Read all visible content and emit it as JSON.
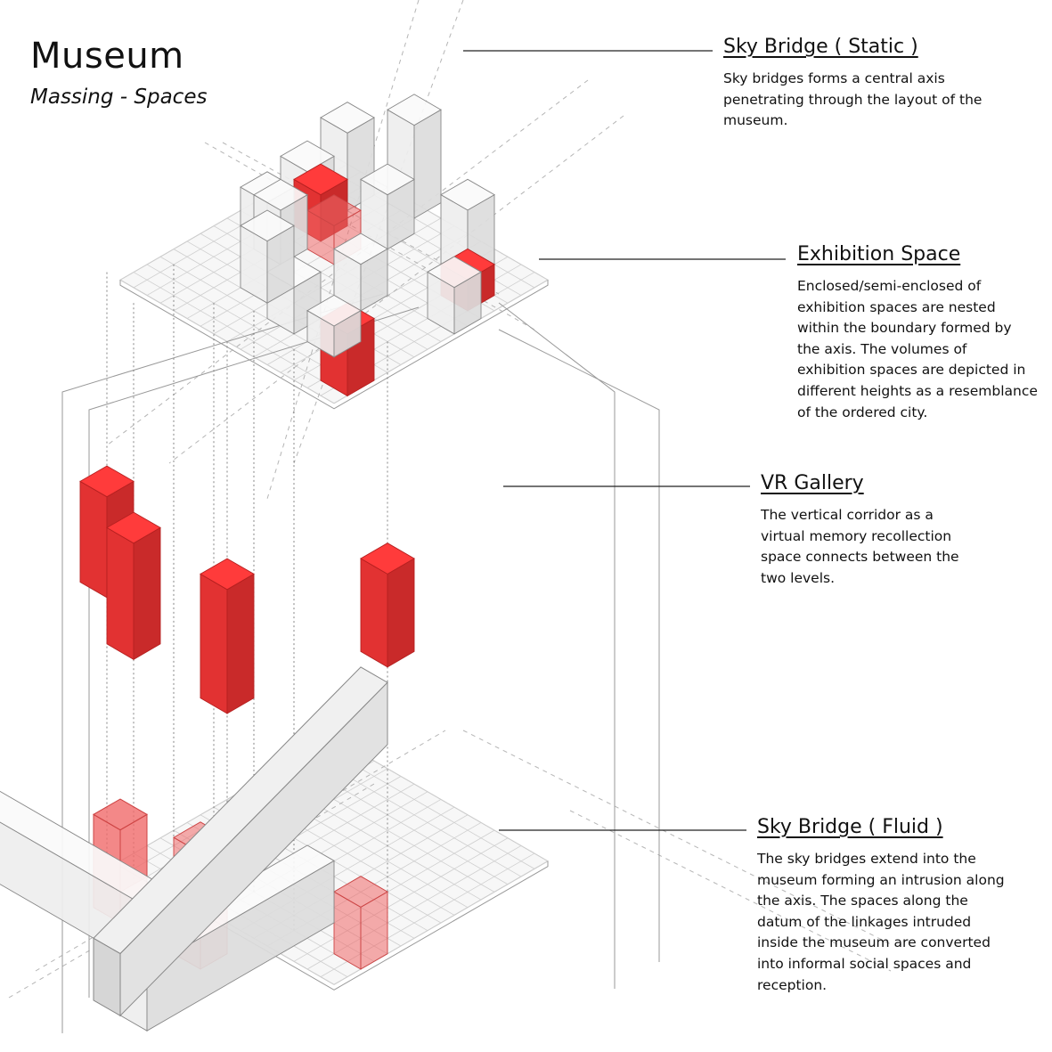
{
  "header": {
    "title": "Museum",
    "subtitle": "Massing - Spaces"
  },
  "callouts": [
    {
      "id": "sky-bridge-static",
      "heading": "Sky Bridge ( Static )",
      "body": "Sky bridges forms a central axis penetrating through the layout of the museum."
    },
    {
      "id": "exhibition-space",
      "heading": "Exhibition Space",
      "body": "Enclosed/semi-enclosed of exhibition spaces are nested within the boundary formed by the axis. The volumes of exhibition spaces are depicted in different heights as a resemblance of the ordered city."
    },
    {
      "id": "vr-gallery",
      "heading": "VR Gallery",
      "body": "The vertical corridor as a virtual memory recollection space connects between the two levels."
    },
    {
      "id": "sky-bridge-fluid",
      "heading": "Sky Bridge ( Fluid )",
      "body": "The sky bridges extend into the museum forming an intrusion along the axis. The spaces along the datum of the linkages intruded inside the museum are converted into informal social spaces and reception."
    }
  ],
  "colors": {
    "accent_red": "#ff3b3b",
    "red_mid": "#e23232",
    "red_dark": "#c92a2a",
    "red_translucent": "#f06a6a",
    "massing_top": "#fafafa",
    "massing_left": "#eeeeee",
    "massing_right": "#dcdcdc",
    "line": "#222222",
    "grid": "#cfcfcf"
  }
}
